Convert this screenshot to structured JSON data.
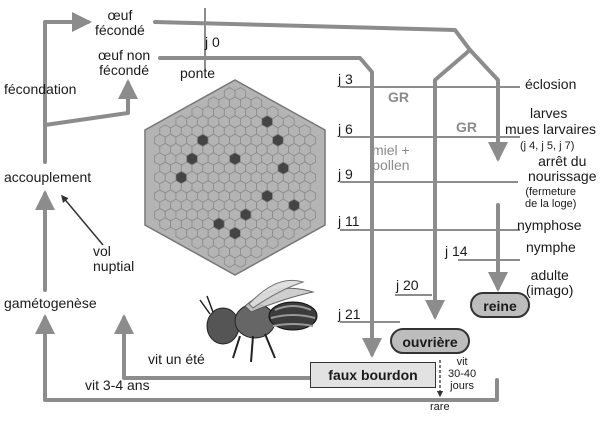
{
  "labels": {
    "oeuf_feconde": "œuf\nfécondé",
    "oeuf_non_feconde": "œuf non\nfécondé",
    "j0": "j 0",
    "ponte": "ponte",
    "fecondation": "fécondation",
    "accouplement": "accouplement",
    "vol_nuptial": "vol\nnuptial",
    "gametogenese": "gamétogenèse",
    "vit_un_ete": "vit un été",
    "vit_3_4_ans": "vit 3-4 ans",
    "j3": "j 3",
    "j6": "j 6",
    "j9": "j 9",
    "j11": "j 11",
    "j14": "j 14",
    "j20": "j 20",
    "j21": "j 21",
    "gr1": "GR",
    "gr2": "GR",
    "miel_pollen": "miel +\npollen",
    "eclosion": "éclosion",
    "larves": "larves",
    "mues": "mues larvaires",
    "mues_jours": "(j 4, j 5, j 7)",
    "arret": "arrêt du\nnourissage",
    "fermeture": "(fermeture\nde la loge)",
    "nymphose": "nymphose",
    "nymphe": "nymphe",
    "adulte": "adulte\n(imago)",
    "reine": "reine",
    "ouvriere": "ouvrière",
    "faux_bourdon": "faux bourdon",
    "vit_30_40": "vit\n30-40\njours",
    "rare": "rare"
  },
  "colors": {
    "line": "#8c8c8c",
    "comb_fill": "#b4b4b4",
    "comb_cell": "#8a8a8a",
    "brood_cell": "#444444",
    "pill_fill": "#bdbdbd",
    "box_fill": "#e2e2e2"
  },
  "icons": [
    "honeycomb-icon",
    "bee-drone-icon"
  ]
}
